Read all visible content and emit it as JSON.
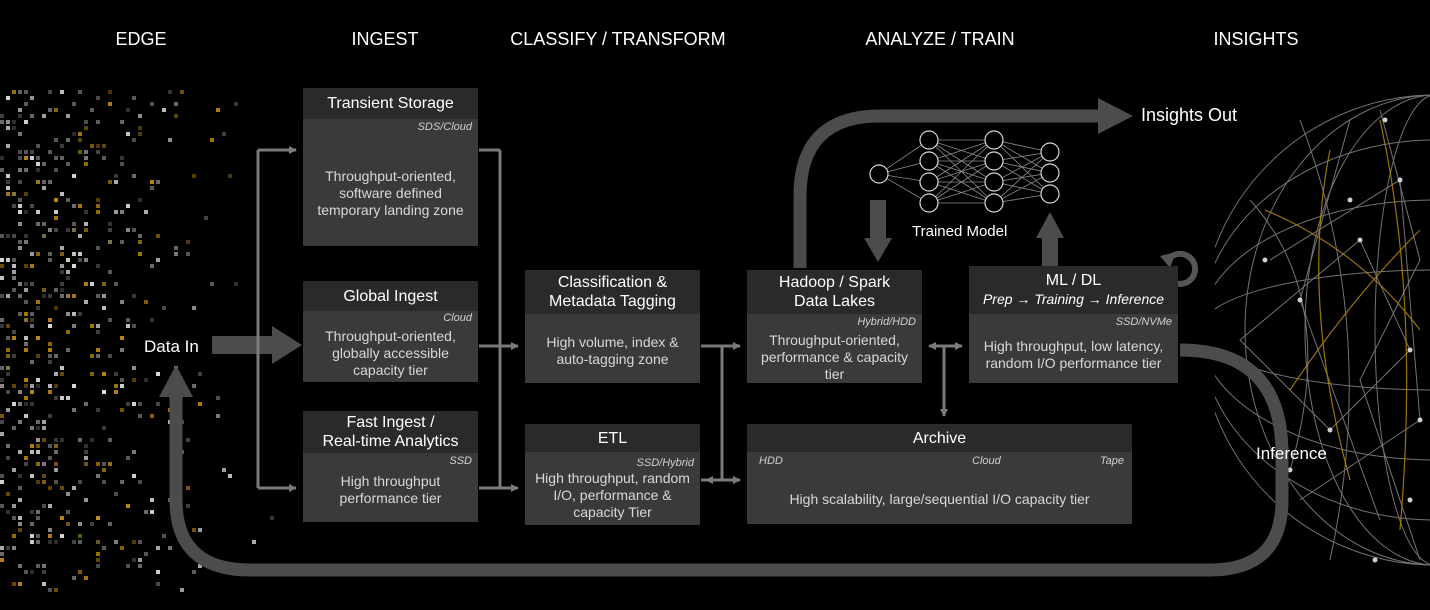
{
  "stages": [
    "EDGE",
    "INGEST",
    "CLASSIFY / TRANSFORM",
    "ANALYZE / TRAIN",
    "INSIGHTS"
  ],
  "labels": {
    "data_in": "Data In",
    "insights_out": "Insights Out",
    "trained_model": "Trained Model",
    "inference": "Inference"
  },
  "boxes": {
    "transient": {
      "title": "Transient Storage",
      "tag": "SDS/Cloud",
      "body": "Throughput-oriented, software defined temporary landing zone"
    },
    "global": {
      "title": "Global Ingest",
      "tag": "Cloud",
      "body": "Throughput-oriented, globally accessible capacity tier"
    },
    "fast": {
      "title_1": "Fast Ingest /",
      "title_2": "Real-time Analytics",
      "tag": "SSD",
      "body": "High throughput performance tier"
    },
    "classify": {
      "title_1": "Classification &",
      "title_2": "Metadata Tagging",
      "body": "High volume, index & auto-tagging zone"
    },
    "etl": {
      "title": "ETL",
      "tag": "SSD/Hybrid",
      "body": "High throughput, random I/O, performance & capacity Tier"
    },
    "hadoop": {
      "title_1": "Hadoop / Spark",
      "title_2": "Data Lakes",
      "tag": "Hybrid/HDD",
      "body": "Throughput-oriented, performance & capacity tier"
    },
    "ml": {
      "title": "ML / DL",
      "subtitle": "Prep → Training → Inference",
      "tag": "SSD/NVMe",
      "body": "High throughput, low latency, random I/O performance tier"
    },
    "archive": {
      "title": "Archive",
      "tag_hdd": "HDD",
      "tag_cloud": "Cloud",
      "tag_tape": "Tape",
      "body": "High scalability, large/sequential I/O capacity tier"
    }
  },
  "colors": {
    "background": "#000000",
    "box_body": "#3a3a3a",
    "box_header": "#2a2a2a",
    "connector": "#7a7a7a",
    "big_arrow": "#4c4c4c",
    "accent_gold": "#b8860b"
  }
}
